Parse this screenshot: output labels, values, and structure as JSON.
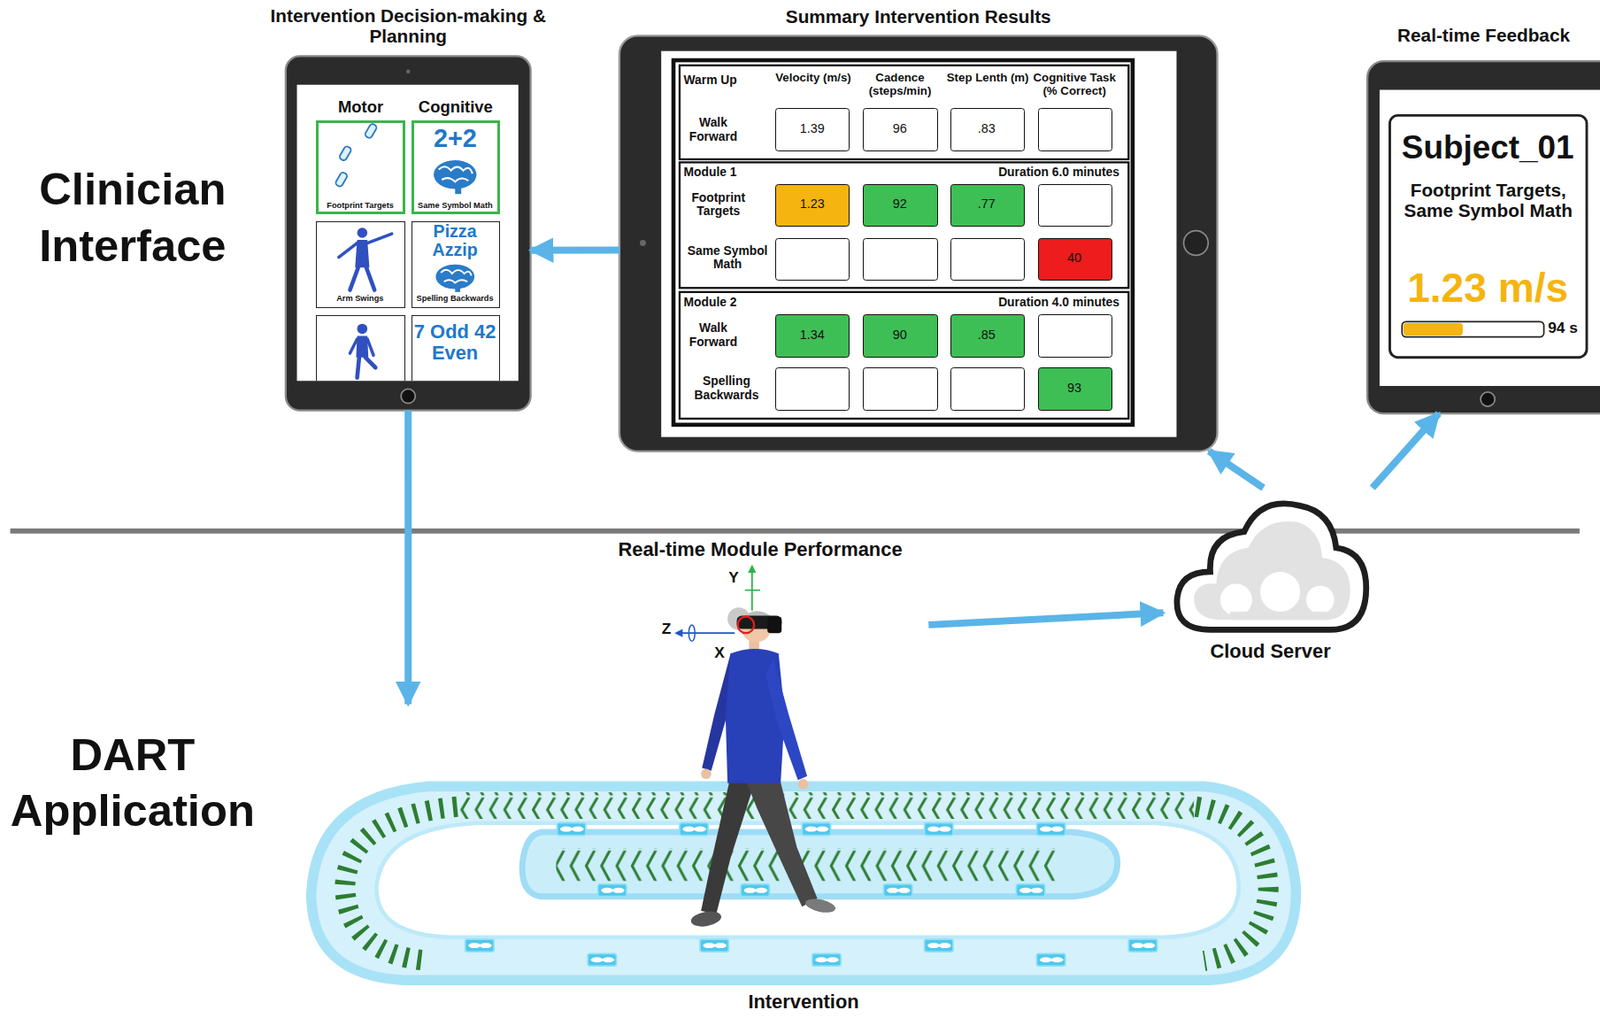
{
  "diagram": {
    "nodes": [
      {
        "text": [
          "Intervention Decision-making & Planning",
          "Motor",
          "Cognitive"
        ]
      },
      {
        "text": [
          "Footprint Targets"
        ],
        "in": 0
      },
      {
        "text": [
          "2+2",
          "Same Symbol Math"
        ],
        "in": 0
      },
      {
        "text": [
          "Arm Swings"
        ],
        "in": 0
      },
      {
        "text": [
          "Pizza Azzip",
          "Spelling Backwards"
        ],
        "in": 0
      },
      {
        "text": [
          "7 Odd 42 Even"
        ],
        "in": 0
      },
      {
        "text": [
          "Summary Intervention Results"
        ]
      },
      {
        "text": [
          "Real-time Feedback",
          "Subject_01",
          "Footprint Targets, Same Symbol Math",
          "1.23 m/s",
          "94 s"
        ]
      },
      {
        "text": [
          "Cloud Server"
        ]
      },
      {
        "text": [
          "Real-time Module Performance"
        ]
      },
      {
        "text": [
          "Intervention"
        ]
      }
    ],
    "edges": [
      {
        "from": 6,
        "to": 0,
        "arrow": "to"
      },
      {
        "from": 0,
        "to": 10,
        "arrow": "to"
      },
      {
        "from": 9,
        "to": 8,
        "arrow": "to"
      },
      {
        "from": 8,
        "to": 6,
        "arrow": "to"
      },
      {
        "from": 8,
        "to": 7,
        "arrow": "to"
      }
    ],
    "labels": [
      "Clinician Interface",
      "DART Application",
      "Warm Up",
      "Velocity (m/s)",
      "Cadence (steps/min)",
      "Step Lenth (m)",
      "Cognitive Task (% Correct)",
      "Walk Forward",
      "1.39",
      "96",
      ".83",
      "Module 1",
      "Duration 6.0 minutes",
      "Footprint Targets",
      "1.23",
      "92",
      ".77",
      "Same Symbol Math",
      "40",
      "Module 2",
      "Duration 4.0 minutes",
      "Walk Forward",
      "1.34",
      "90",
      ".85",
      "Spelling Backwards",
      "93",
      "Y",
      "Z",
      "X"
    ]
  }
}
